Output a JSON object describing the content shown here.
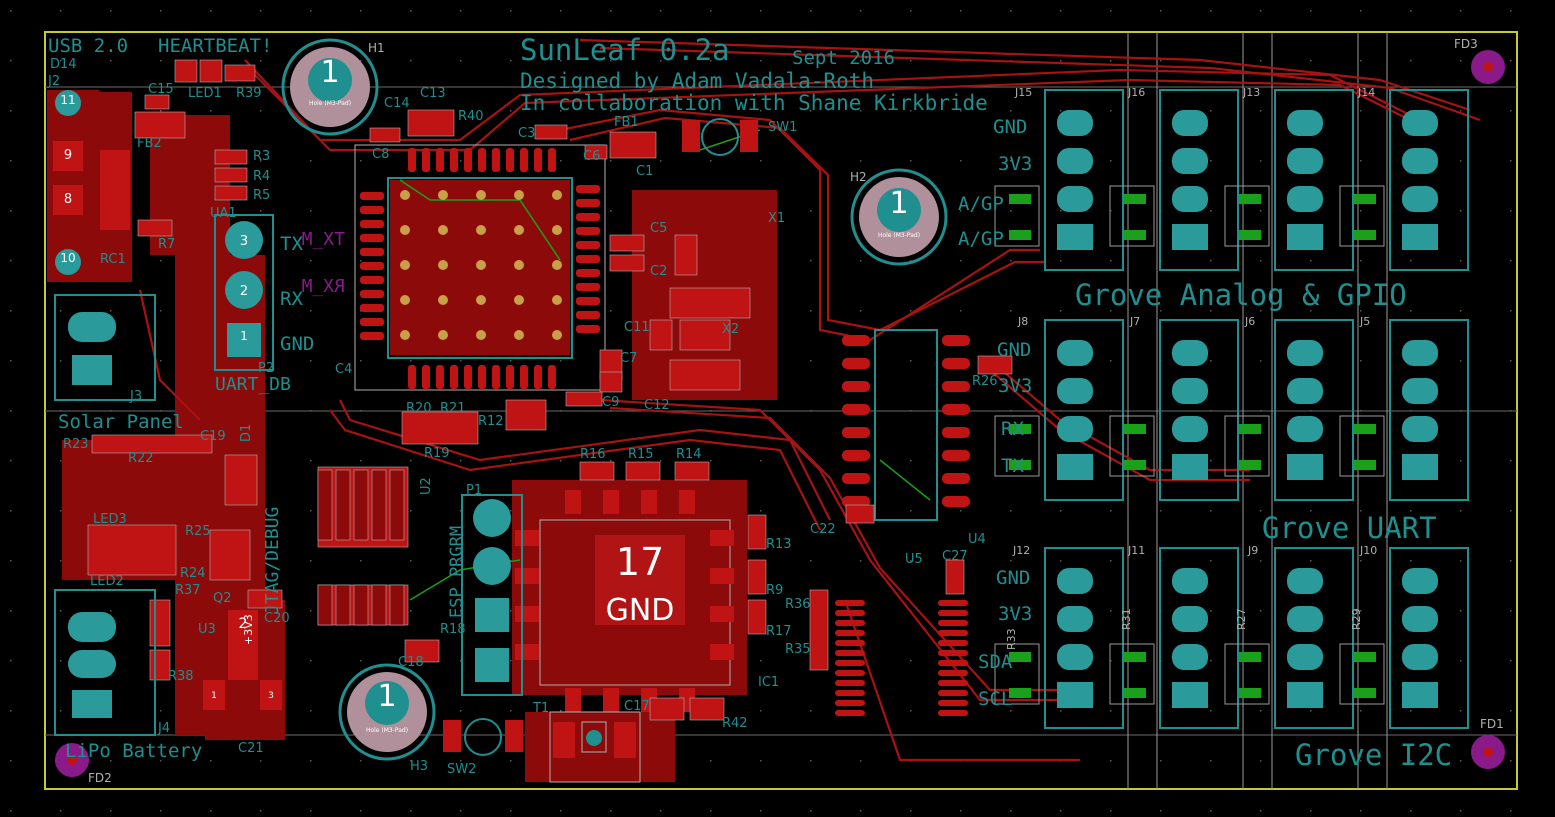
{
  "board": {
    "title": "SunLeaf 0.2a",
    "date": "Sept 2016",
    "designed_by": "Designed by Adam Vadala-Roth",
    "collab": "In collaboration with Shane Kirkbride"
  },
  "colors": {
    "background": "#000000",
    "copper": "#8c0a0a",
    "trace": "#a81212",
    "silk": "#1f8f8f",
    "pad": "#2a9a9a",
    "outline": "#c8c832",
    "magenta": "#8a1a8a",
    "green": "#1aa01a",
    "label_gray": "#b0b0b0",
    "white": "#ffffff"
  },
  "section_labels": {
    "usb": "USB 2.0",
    "heartbeat": "HEARTBEAT!",
    "solar": "Solar Panel",
    "lipo": "LiPo Battery",
    "uart_db": "UART_DB",
    "jtag": "JTAG/DEBUG",
    "esp_prgrm": "ESP PRGRM",
    "grove_analog": "Grove Analog & GPIO",
    "grove_uart": "Grove UART",
    "grove_i2c": "Grove I2C"
  },
  "mounting_holes": {
    "H1": {
      "ref": "H1",
      "num": "1"
    },
    "H2": {
      "ref": "H2",
      "num": "1"
    },
    "H3": {
      "ref": "H3",
      "num": "1"
    },
    "inner": "Hole (M3-Pad)"
  },
  "fiducials": [
    "FD1",
    "FD2",
    "FD3"
  ],
  "big_pad": {
    "num": "17",
    "net": "GND"
  },
  "usb_pins": [
    "11",
    "9",
    "8",
    "10"
  ],
  "uart_pins": {
    "tx": "TX",
    "rx": "RX",
    "gnd": "GND",
    "tx_m": "TX_M",
    "rx_m": "RX_M",
    "pad1": "1",
    "pad2": "2",
    "pad3": "3"
  },
  "grove_pin_labels": {
    "gnd": "GND",
    "v33": "3V3",
    "agp": "A/GP",
    "tx": "TX",
    "rx": "RX",
    "sda": "SDA",
    "scl": "SCL"
  },
  "grove_refs": {
    "row1": [
      "J15",
      "J16",
      "J13",
      "J14"
    ],
    "row2": [
      "J8",
      "J7",
      "J6",
      "J5"
    ],
    "row3": [
      "J12",
      "J11",
      "J9",
      "J10"
    ]
  },
  "refdes": {
    "D14": "D14",
    "J2": "J2",
    "LED1": "LED1",
    "R39": "R39",
    "C15": "C15",
    "FB2": "FB2",
    "R3": "R3",
    "R4": "R4",
    "R5": "R5",
    "UA1": "UA1",
    "R7": "R7",
    "RC1": "RC1",
    "J3": "J3",
    "P2": "P2",
    "C4": "C4",
    "C14": "C14",
    "C13": "C13",
    "C8": "C8",
    "R40": "R40",
    "C3": "C3",
    "FB1": "FB1",
    "C6": "C6",
    "C1": "C1",
    "SW1": "SW1",
    "X1": "X1",
    "C5": "C5",
    "C2": "C2",
    "C11": "C11",
    "X2": "X2",
    "C7": "C7",
    "C12": "C12",
    "C9": "C9",
    "R20": "R20",
    "R21": "R21",
    "R12": "R12",
    "R19": "R19",
    "D1": "D1",
    "R23": "R23",
    "R22": "R22",
    "C19": "C19",
    "LED3": "LED3",
    "R25": "R25",
    "R24": "R24",
    "LED2": "LED2",
    "R37": "R37",
    "Q2": "Q2",
    "C20": "C20",
    "U3": "U3",
    "R38": "R38",
    "J4": "J4",
    "C21": "C21",
    "U2": "U2",
    "P1": "P1",
    "R18": "R18",
    "C18": "C18",
    "R16": "R16",
    "R15": "R15",
    "R14": "R14",
    "R13": "R13",
    "R9": "R9",
    "R17": "R17",
    "IC1": "IC1",
    "R36": "R36",
    "R35": "R35",
    "C22": "C22",
    "R42": "R42",
    "C17": "C17",
    "T1": "T1",
    "SW2": "SW2",
    "H3": "H3",
    "U4": "U4",
    "U5": "U5",
    "C27": "C27",
    "R26": "R26",
    "R33": "R33",
    "R31": "R31",
    "R27": "R27",
    "R29": "R29"
  },
  "u3_pads": {
    "p1": "1",
    "p2": "2",
    "p2net": "+3V3",
    "p3": "3"
  }
}
